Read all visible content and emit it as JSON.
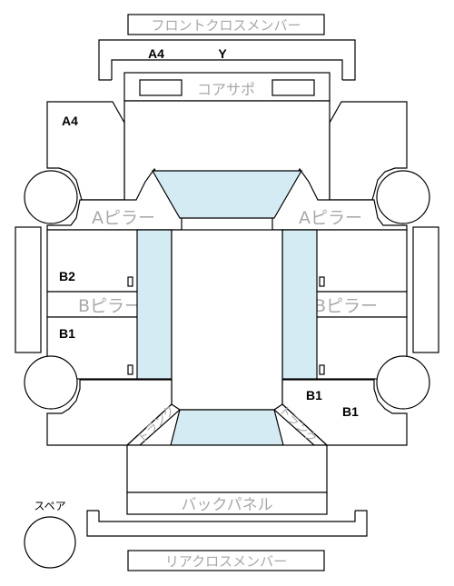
{
  "labels": {
    "front_cross_member": "フロントクロスメンバー",
    "core_support": "コアサポ",
    "a_pillar": "Aピラー",
    "b_pillar": "Bピラー",
    "back_panel": "バックパネル",
    "rear_cross_member": "リアクロスメンバー",
    "spare": "スペア",
    "trunk": "トランク"
  },
  "grades": {
    "top_left": "A4",
    "top_right": "Y",
    "front_left": "A4",
    "left_b2": "B2",
    "left_b1": "B1",
    "right_b1_inner": "B1",
    "right_b1_outer": "B1"
  },
  "colors": {
    "glass": "#d5ebf3",
    "gray_label": "#a8a8a8",
    "line": "#000000"
  }
}
